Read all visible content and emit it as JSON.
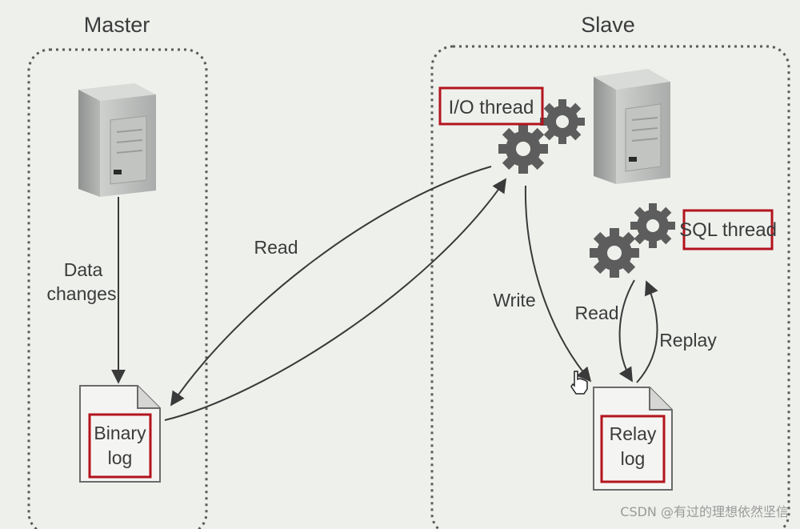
{
  "master": {
    "title": "Master",
    "data_changes_line1": "Data",
    "data_changes_line2": "changes",
    "log_line1": "Binary",
    "log_line2": "log"
  },
  "slave": {
    "title": "Slave",
    "io_thread": "I/O thread",
    "sql_thread": "SQL thread",
    "log_line1": "Relay",
    "log_line2": "log"
  },
  "edges": {
    "read_master": "Read",
    "write": "Write",
    "read_slave": "Read",
    "replay": "Replay"
  },
  "watermark": "CSDN @有过的理想依然坚信",
  "colors": {
    "highlight": "#b3141e",
    "line": "#3a3a3a",
    "box_border": "#6a6a6a"
  }
}
